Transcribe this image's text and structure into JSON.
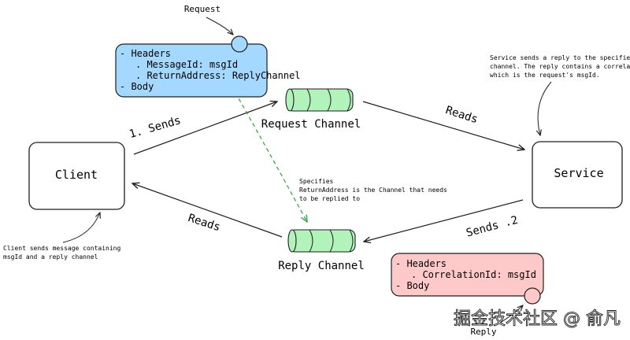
{
  "nodes": {
    "client": "Client",
    "service": "Service"
  },
  "channels": {
    "request": "Request Channel",
    "reply": "Reply Channel"
  },
  "edges": {
    "sends1": "1. Sends",
    "reads_top": "Reads",
    "reads_bottom": "Reads",
    "sends2": "Sends .2"
  },
  "request_message": {
    "caption": "Request",
    "lines": [
      "- Headers",
      ". MessageId: msgId",
      ". ReturnAddress: ReplyChannel",
      "- Body"
    ]
  },
  "reply_message": {
    "caption": "Reply",
    "lines": [
      "- Headers",
      ". CorrelationId: msgId",
      "- Body"
    ]
  },
  "notes": {
    "client_note": [
      "Client sends message containing",
      "msgId and a reply channel"
    ],
    "service_note": [
      "Service sends a reply to the specified reply",
      "channel. The reply contains a correlationId,",
      "which is the request's msgId."
    ],
    "specifies_note": [
      "Specifies",
      "ReturnAddress is the Channel that needs",
      "to be replied to"
    ]
  },
  "watermark": "掘金技术社区 @ 俞凡",
  "colors": {
    "request_fill": "#a5d8ff",
    "reply_fill": "#ffc9c9",
    "channel_fill": "#b2f2bb",
    "dashed_arrow": "#2f9e44",
    "stroke": "#1e1e1e"
  }
}
